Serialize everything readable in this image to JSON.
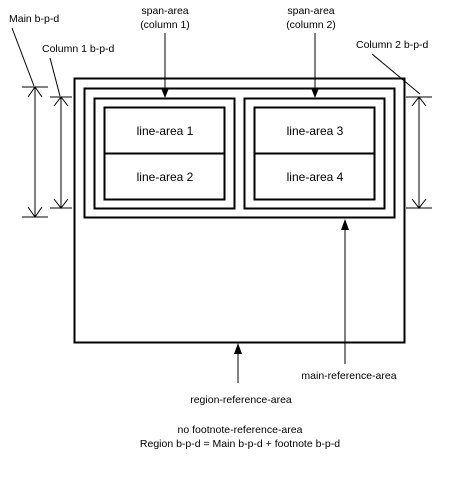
{
  "labels": {
    "main_bpd": "Main b-p-d",
    "column1_bpd": "Column 1 b-p-d",
    "span_area_1_line1": "span-area",
    "span_area_1_line2": "(column 1)",
    "span_area_2_line1": "span-area",
    "span_area_2_line2": "(column 2)",
    "column2_bpd": "Column 2 b-p-d",
    "line_area_1": "line-area 1",
    "line_area_2": "line-area 2",
    "line_area_3": "line-area 3",
    "line_area_4": "line-area 4",
    "main_reference_area": "main-reference-area",
    "region_reference_area": "region-reference-area",
    "no_footnote": "no footnote-reference-area",
    "formula": "Region b-p-d = Main b-p-d + footnote b-p-d"
  }
}
